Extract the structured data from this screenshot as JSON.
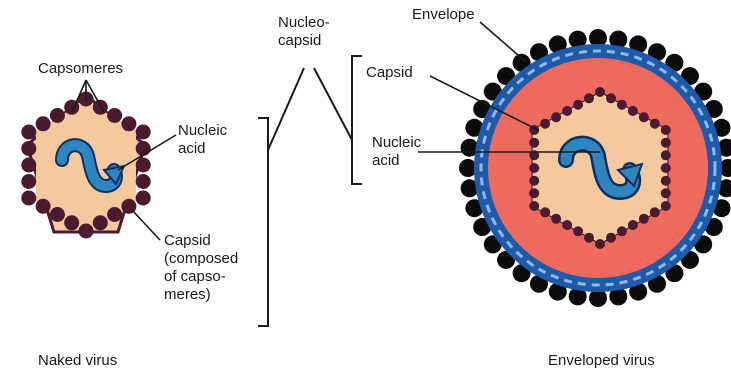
{
  "labels": {
    "capsomeres": "Capsomeres",
    "nucleic_acid_left": "Nucleic\nacid",
    "capsid_composed": "Capsid\n(composed\nof capso-\nmeres)",
    "nucleocapsid": "Nucleo-\ncapsid",
    "capsid_right": "Capsid",
    "nucleic_acid_right": "Nucleic\nacid",
    "envelope": "Envelope",
    "naked_virus": "Naked virus",
    "enveloped_virus": "Enveloped virus"
  },
  "colors": {
    "capsomere": "#4a1a2e",
    "capsid_interior": "#f4c9a0",
    "nucleic_acid": "#2e86c1",
    "nucleic_acid_outline": "#0f2f5c",
    "envelope_fill": "#ef6a5e",
    "envelope_ring": "#1e5aa8",
    "envelope_ring_stripe": "#8fb8e8",
    "spike": "#0a0a0a",
    "leader_line": "#1a1a1a"
  }
}
